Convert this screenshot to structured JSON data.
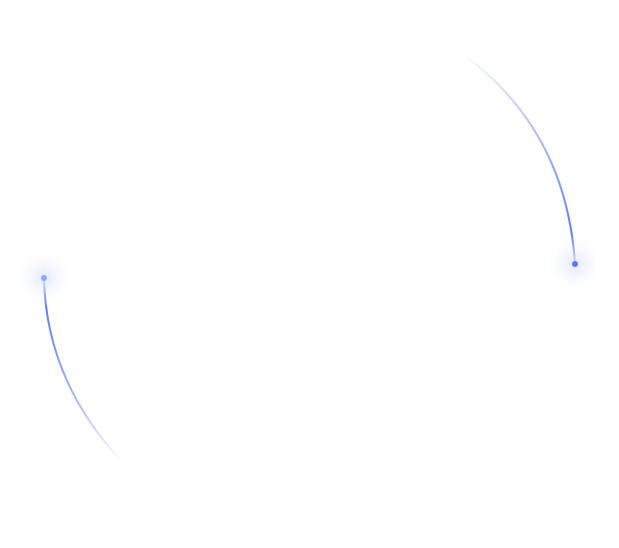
{
  "colors": {
    "background": "#ffffff",
    "arc_stroke": "#4a6cf0",
    "arc_fade": "#c9d5ff",
    "dot": "#6f8df5",
    "dot_glow": "#dfe6ff"
  },
  "decorations": [
    {
      "name": "upper-right-arc",
      "kind": "arc"
    },
    {
      "name": "lower-left-arc",
      "kind": "arc"
    }
  ]
}
